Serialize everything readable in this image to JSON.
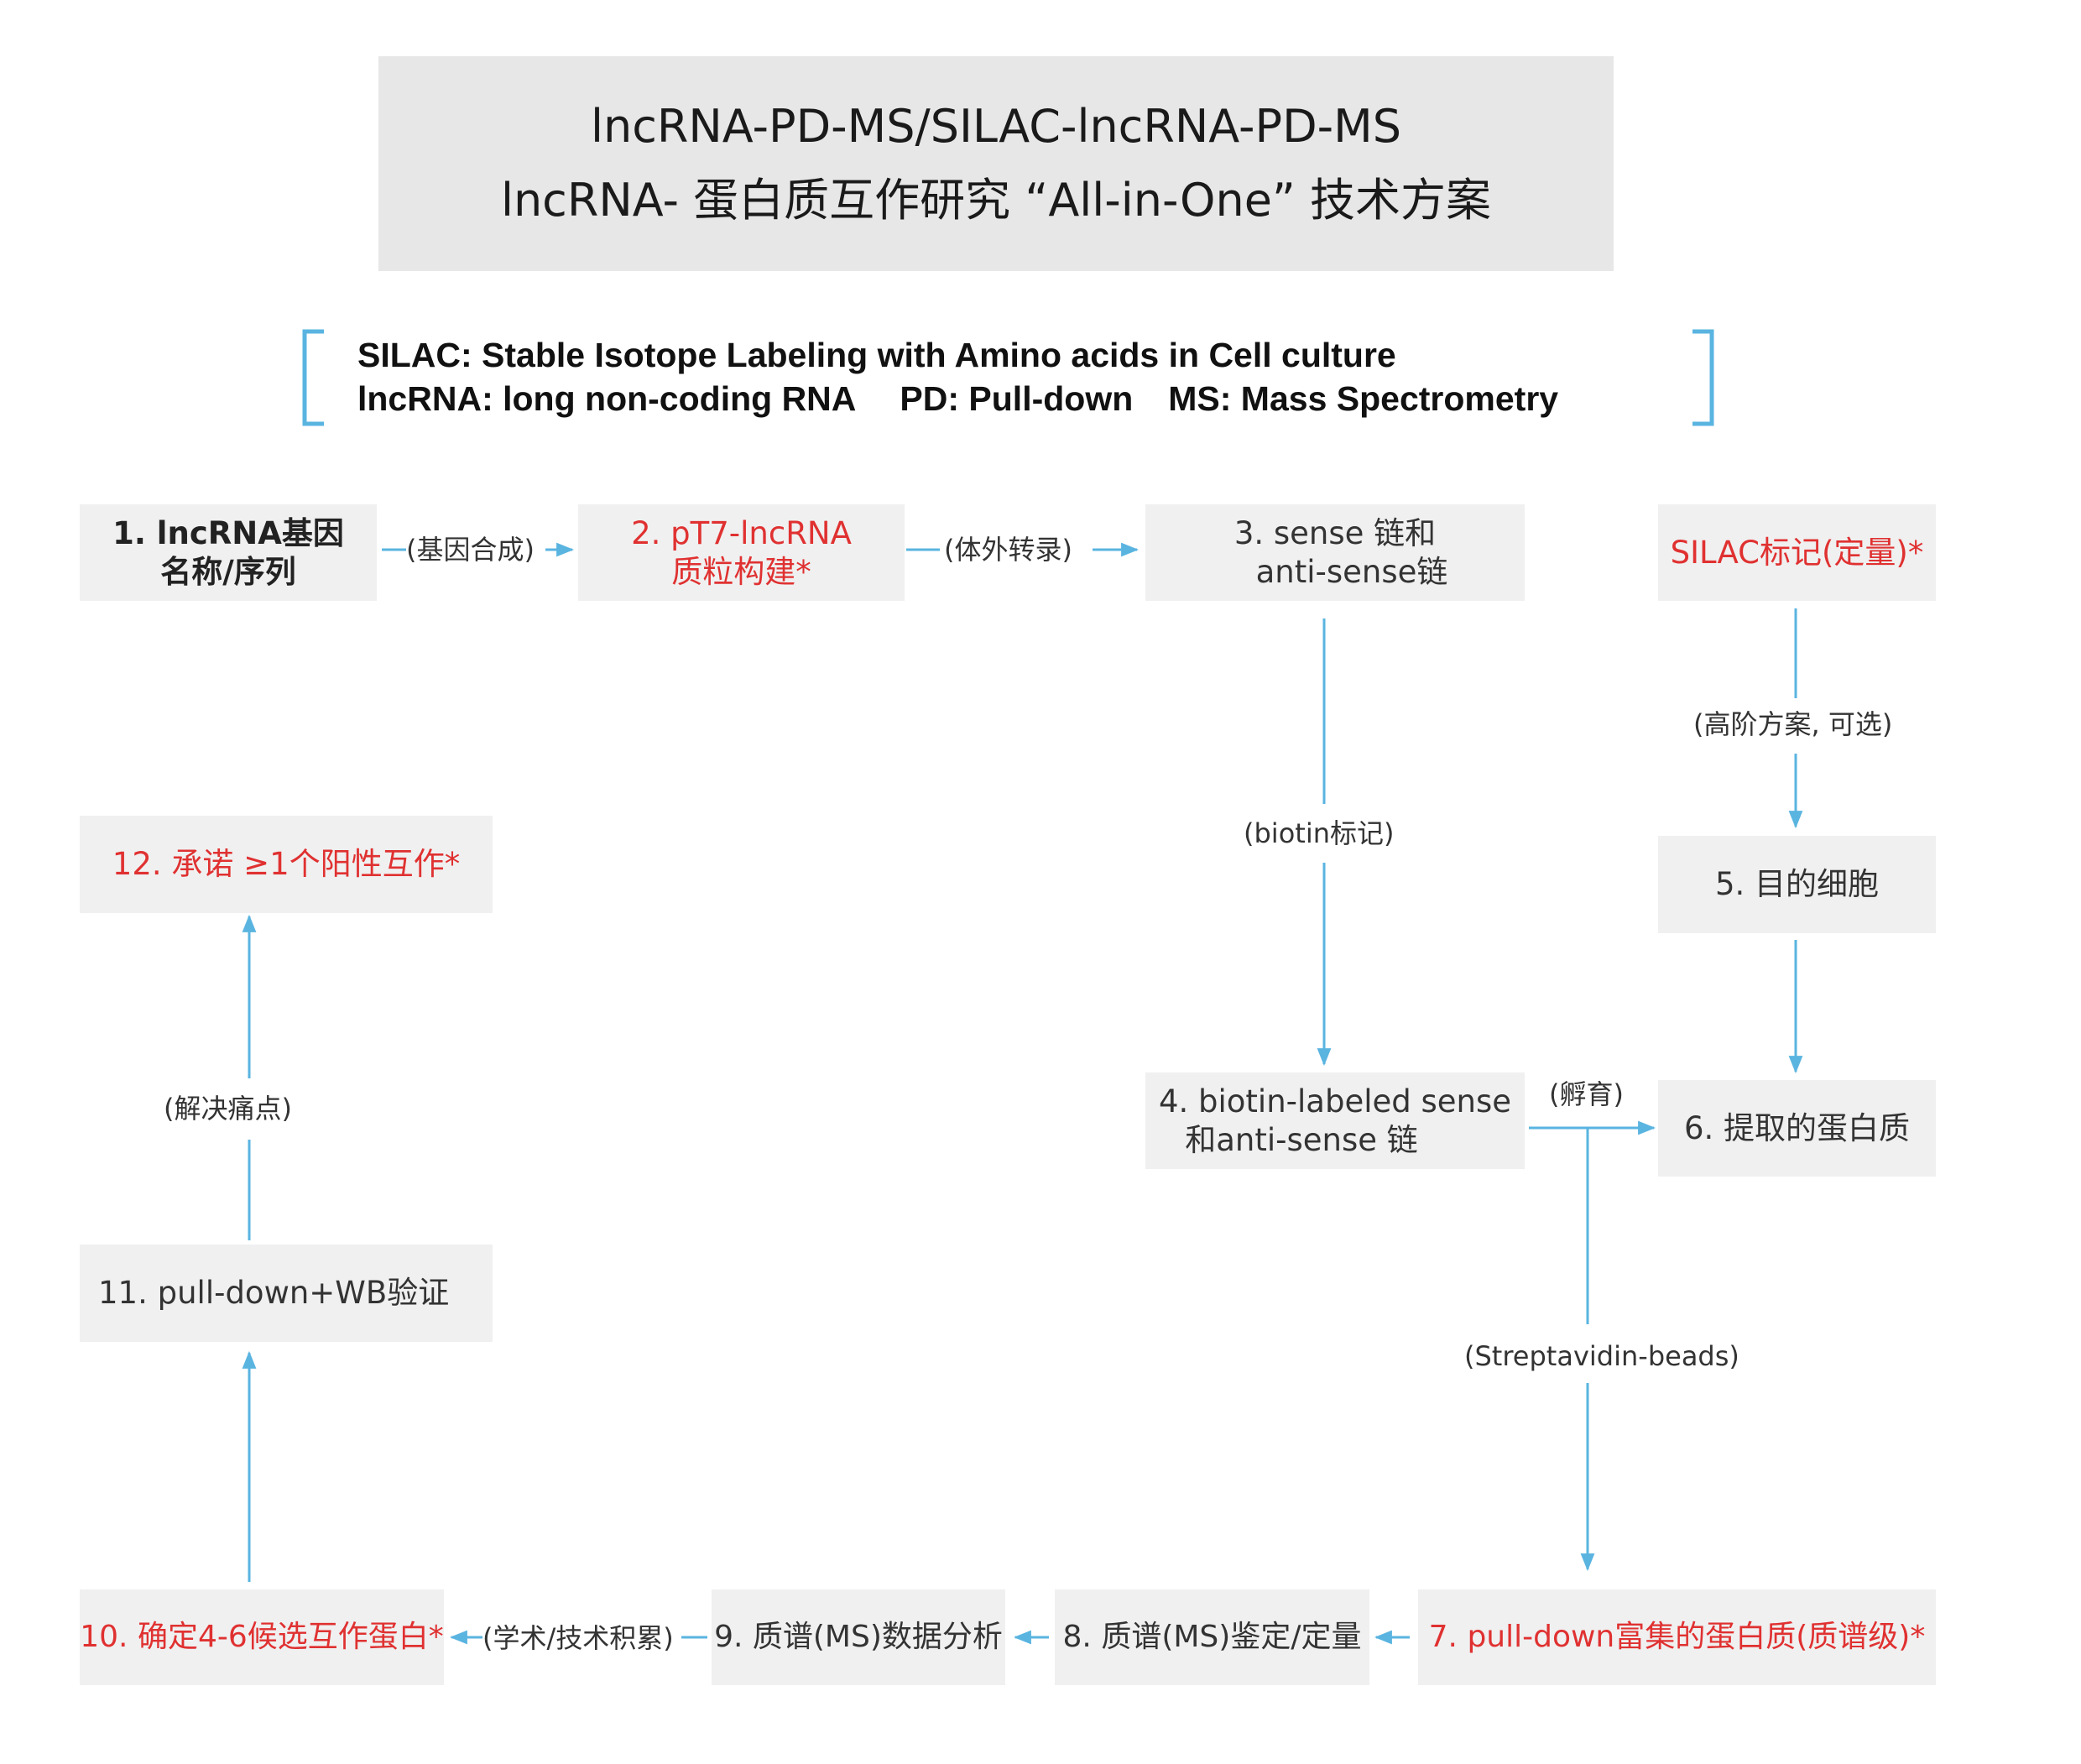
{
  "title": {
    "line1": "lncRNA-PD-MS/SILAC-lncRNA-PD-MS",
    "line2": "lncRNA- 蛋白质互作研究 “All-in-One” 技术方案"
  },
  "legend": {
    "line1": "SILAC: Stable Isotope Labeling with Amino acids in Cell culture",
    "line2_a": "lncRNA: long non-coding RNA",
    "line2_b": "PD: Pull-down",
    "line2_c": "MS: Mass Spectrometry"
  },
  "nodes": {
    "n1": {
      "line1": "1. lncRNA基因",
      "line2": "名称/序列"
    },
    "n2": {
      "line1": "2. pT7-lncRNA",
      "line2": "质粒构建*"
    },
    "n3": {
      "line1": "3. sense 链和",
      "line2": "anti-sense链"
    },
    "silac": {
      "line1": "SILAC标记(定量)*"
    },
    "n4": {
      "line1": "4. biotin-labeled sense",
      "line2": "和anti-sense 链"
    },
    "n5": {
      "line1": "5. 目的细胞"
    },
    "n6": {
      "line1": "6. 提取的蛋白质"
    },
    "n7": {
      "line1": "7. pull-down富集的蛋白质(质谱级)*"
    },
    "n8": {
      "line1": "8. 质谱(MS)鉴定/定量"
    },
    "n9": {
      "line1": "9. 质谱(MS)数据分析"
    },
    "n10": {
      "line1": "10. 确定4-6候选互作蛋白*"
    },
    "n11": {
      "line1": "11. pull-down+WB验证"
    },
    "n12": {
      "line1": "12. 承诺 ≥1个阳性互作*"
    }
  },
  "edge_labels": {
    "e1_2": "(基因合成)",
    "e2_3": "(体外转录)",
    "e3_4": "(biotin标记)",
    "esilac_5": "(高阶方案, 可选)",
    "e_incubate": "(孵育)",
    "e_beads": "(Streptavidin-beads)",
    "e10_9": "(学术/技术积累)",
    "e11_12": "(解决痛点)"
  },
  "colors": {
    "arrow": "#5ab4e0",
    "bracket": "#5ab4e0",
    "red": "#e03131",
    "box": "#f0f0f0",
    "title_box": "#e7e7e7"
  }
}
